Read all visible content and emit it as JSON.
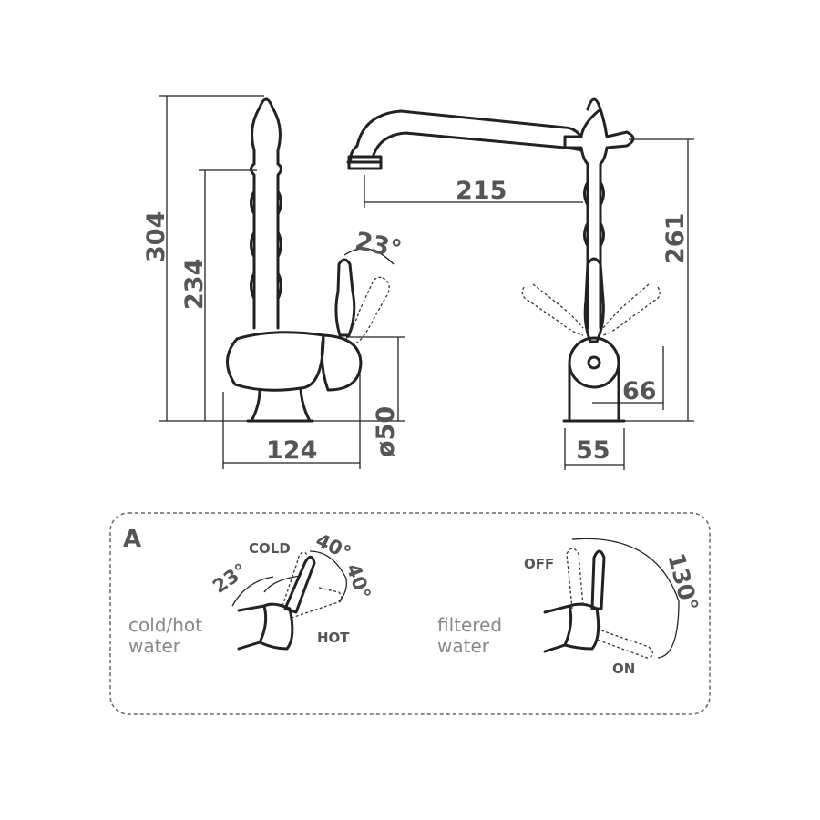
{
  "dimensions": {
    "total_height": "304",
    "spout_height": "234",
    "base_depth": "124",
    "base_diameter": "ø50",
    "lever_angle": "23°",
    "spout_reach": "215",
    "side_height": "261",
    "handle_offset": "66",
    "base_width": "55"
  },
  "detail_panel": {
    "label": "A",
    "left": {
      "caption_line1": "cold/hot",
      "caption_line2": "water",
      "cold": "COLD",
      "hot": "HOT",
      "angle_tilt": "23°",
      "angle_cold": "40°",
      "angle_hot": "40°"
    },
    "right": {
      "caption_line1": "filtered",
      "caption_line2": "water",
      "off": "OFF",
      "on": "ON",
      "angle": "130°"
    }
  }
}
